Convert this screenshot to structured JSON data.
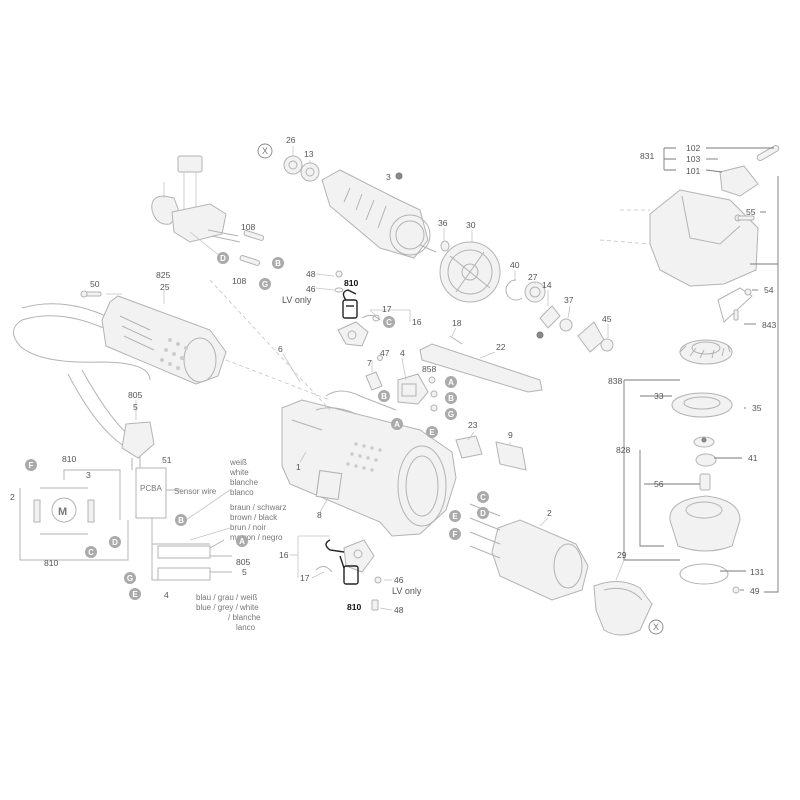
{
  "part_numbers": {
    "p1": "1",
    "p2": "2",
    "p3": "3",
    "p4": "4",
    "p5": "5",
    "p6": "6",
    "p7": "7",
    "p8": "8",
    "p9": "9",
    "p13": "13",
    "p14": "14",
    "p16": "16",
    "p17": "17",
    "p18": "18",
    "p22": "22",
    "p23": "23",
    "p25": "25",
    "p26": "26",
    "p27": "27",
    "p29": "29",
    "p30": "30",
    "p33": "33",
    "p35": "35",
    "p36": "36",
    "p37": "37",
    "p40": "40",
    "p41": "41",
    "p45": "45",
    "p46": "46",
    "p47": "47",
    "p48": "48",
    "p49": "49",
    "p50": "50",
    "p51": "51",
    "p54": "54",
    "p55": "55",
    "p56": "56",
    "p101": "101",
    "p102": "102",
    "p103": "103",
    "p108": "108",
    "p131": "131",
    "p805": "805",
    "p810": "810",
    "p825": "825",
    "p828": "828",
    "p831": "831",
    "p838": "838",
    "p843": "843",
    "p858": "858"
  },
  "labels": {
    "lv_only": "LV only",
    "pcba": "PCBA",
    "sensor_wire": "Sensor wire",
    "motor": "M"
  },
  "bubbles": {
    "a": "A",
    "b": "B",
    "c": "C",
    "d": "D",
    "e": "E",
    "f": "F",
    "g": "G"
  },
  "cross_marker": "X",
  "wire_colors": {
    "weiss": "weiß",
    "white": "white",
    "blanche": "blanche",
    "blanco": "blanco",
    "braun_schwarz": "braun  / schwarz",
    "brown_black": "brown  / black",
    "brun_noir": "brun    / noir",
    "marron_negro": "marron / negro",
    "blau_grau_weiss": "blau / grau / weiß",
    "blue_grey_white": "blue / grey / white",
    "blanche2": "/ blanche",
    "blanco2": "lanco"
  }
}
